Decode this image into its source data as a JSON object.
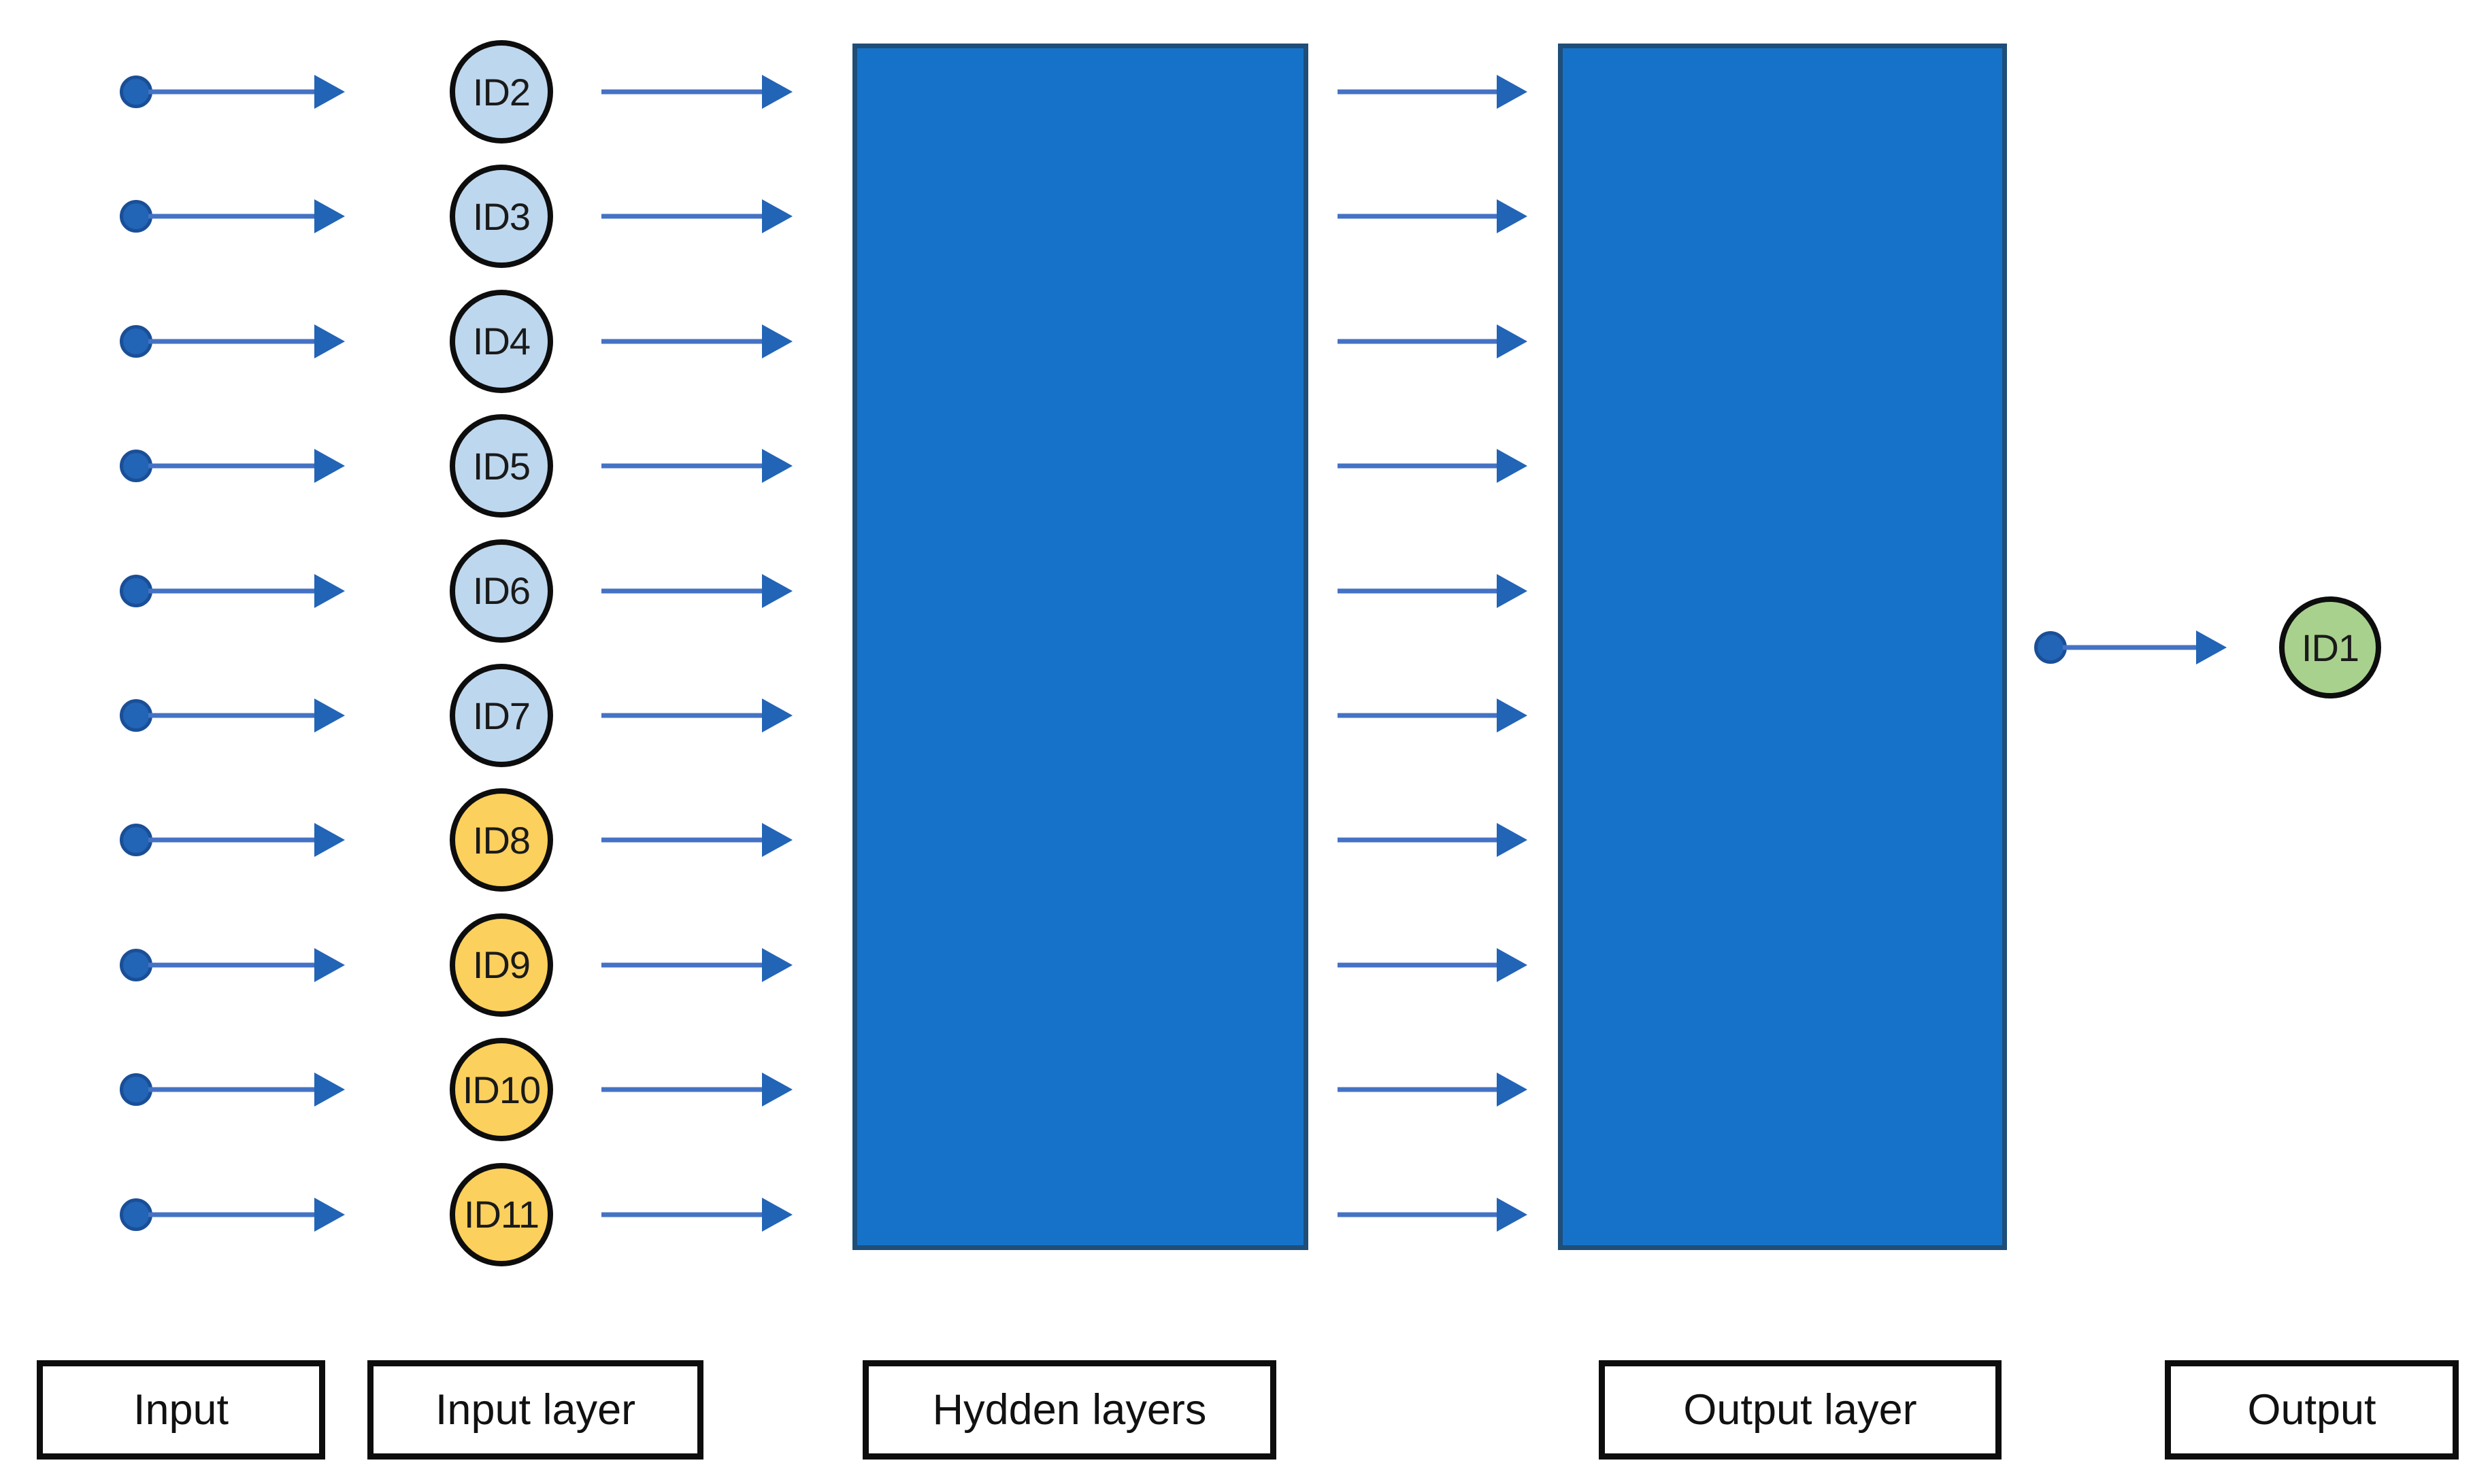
{
  "diagram": {
    "input_nodes": [
      {
        "id": "ID2",
        "color": "blue"
      },
      {
        "id": "ID3",
        "color": "blue"
      },
      {
        "id": "ID4",
        "color": "blue"
      },
      {
        "id": "ID5",
        "color": "blue"
      },
      {
        "id": "ID6",
        "color": "blue"
      },
      {
        "id": "ID7",
        "color": "blue"
      },
      {
        "id": "ID8",
        "color": "yellow"
      },
      {
        "id": "ID9",
        "color": "yellow"
      },
      {
        "id": "ID10",
        "color": "yellow"
      },
      {
        "id": "ID11",
        "color": "yellow"
      }
    ],
    "output_node": {
      "id": "ID1",
      "color": "green"
    },
    "labels": {
      "input": "Input",
      "input_layer": "Input layer",
      "hidden_layers": "Hydden layers",
      "output_layer": "Output layer",
      "output": "Output"
    },
    "colors": {
      "node_blue": "#BDD7EE",
      "node_yellow": "#FBD05C",
      "node_green": "#A9D18E",
      "node_border": "#0D0D0D",
      "rect_fill": "#1572C8",
      "rect_border": "#1F4E79",
      "arrow_line": "#4472C4",
      "arrow_head": "#2264B6",
      "dot_fill": "#2264B6",
      "dot_border": "#1A4F97",
      "box_border": "#0D0D0D"
    }
  }
}
